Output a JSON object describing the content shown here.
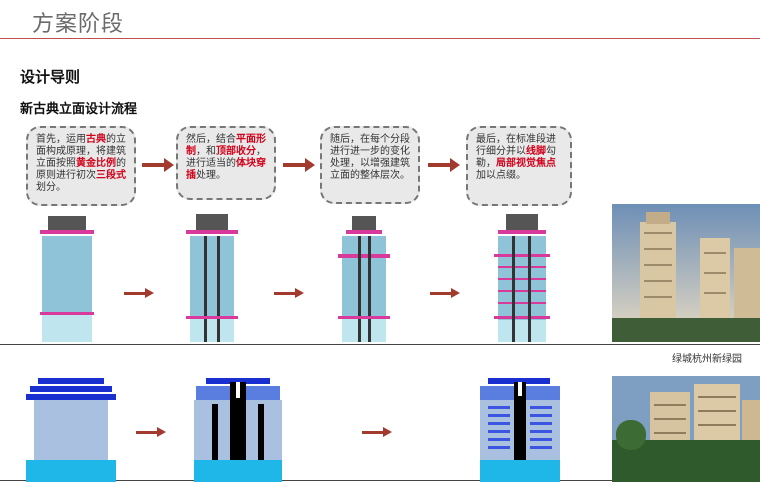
{
  "header": {
    "title": "方案阶段"
  },
  "section": {
    "heading": "设计导则",
    "subheading": "新古典立面设计流程"
  },
  "steps": [
    {
      "parts": [
        {
          "t": "首先，运用"
        },
        {
          "t": "古典",
          "hl": true
        },
        {
          "t": "的立面构成原理，将建筑立面按照"
        },
        {
          "t": "黄金比例",
          "hl": true
        },
        {
          "t": "的原则进行初次"
        },
        {
          "t": "三段式",
          "hl": true
        },
        {
          "t": "划分。"
        }
      ]
    },
    {
      "parts": [
        {
          "t": "然后，结合"
        },
        {
          "t": "平面形制",
          "hl": true
        },
        {
          "t": "，和"
        },
        {
          "t": "顶部收分",
          "hl": true
        },
        {
          "t": "，进行适当的"
        },
        {
          "t": "体块穿插",
          "hl": true
        },
        {
          "t": "处理。"
        }
      ]
    },
    {
      "parts": [
        {
          "t": "随后，在每个分段进行进一步的变化处理，以增强建筑立面的整体层次。"
        }
      ]
    },
    {
      "parts": [
        {
          "t": "最后，在标准段进行细分并以"
        },
        {
          "t": "线脚",
          "hl": true
        },
        {
          "t": "勾勒，"
        },
        {
          "t": "局部视觉焦点",
          "hl": true
        },
        {
          "t": "加以点缀。"
        }
      ]
    }
  ],
  "photo": {
    "caption": "绿城杭州新绿园"
  },
  "colors": {
    "accent_red": "#c0504d",
    "highlight": "#d0021b",
    "arrow": "#a33a2e",
    "facade_blue": "#8ec3d8",
    "crown_gray": "#555555",
    "trim_pink": "#d8399a",
    "deep_blue": "#1a2fcf",
    "cyan_base": "#1fb7e8"
  }
}
